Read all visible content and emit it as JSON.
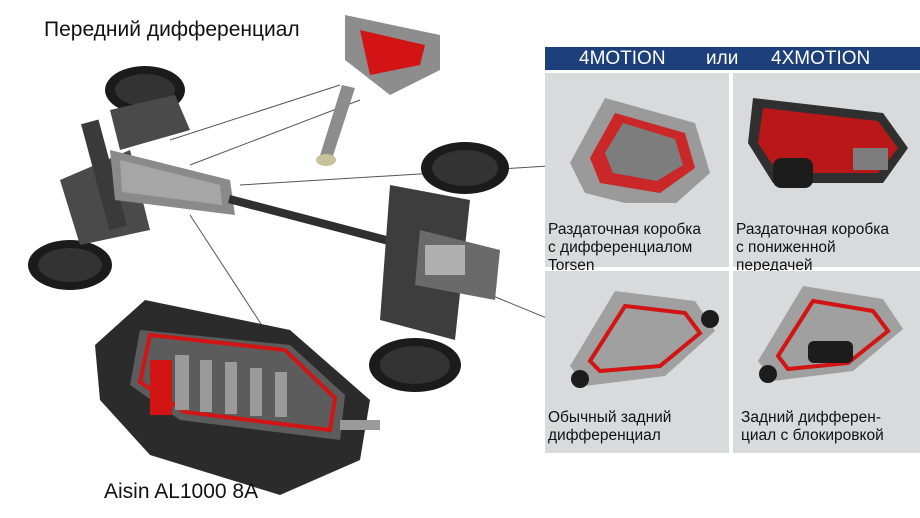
{
  "labels": {
    "front_differential": "Передний дифференциал",
    "transmission": "Aisin AL1000 8A"
  },
  "panel": {
    "header": {
      "left": "4MOTION",
      "middle": "или",
      "right": "4XMOTION"
    },
    "cells": [
      {
        "caption_lines": [
          "Раздаточная коробка",
          "с дифференциалом",
          "Torsen"
        ]
      },
      {
        "caption_lines": [
          "Раздаточная коробка",
          "с пониженной",
          "передачей"
        ]
      },
      {
        "caption_lines": [
          "Обычный задний",
          "дифференциал"
        ]
      },
      {
        "caption_lines": [
          "Задний дифферен-",
          "циал с блокировкой"
        ]
      }
    ]
  },
  "colors": {
    "header_bg": "#1d3f7b",
    "panel_bg": "#d9dadb",
    "cutaway_red": "#d21414",
    "metal_dark": "#2b2b2b"
  }
}
